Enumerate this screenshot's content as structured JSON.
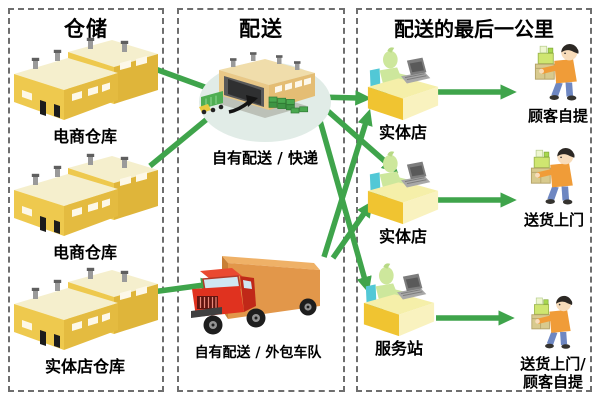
{
  "diagram": {
    "columns": {
      "warehousing": {
        "title": "仓储"
      },
      "delivery": {
        "title": "配送"
      },
      "last_mile": {
        "title": "配送的最后一公里"
      }
    },
    "nodes": {
      "wh1": {
        "label": "电商仓库",
        "icon": "warehouse-icon"
      },
      "wh2": {
        "label": "电商仓库",
        "icon": "warehouse-icon"
      },
      "wh3": {
        "label": "实体店仓库",
        "icon": "warehouse-icon"
      },
      "dc": {
        "label": "自有配送 / 快递",
        "icon": "distribution-center-icon"
      },
      "truck": {
        "label": "自有配送 / 外包车队",
        "icon": "delivery-truck-icon"
      },
      "store1": {
        "label": "实体店",
        "icon": "store-counter-icon"
      },
      "store2": {
        "label": "实体店",
        "icon": "store-counter-icon"
      },
      "station": {
        "label": "服务站",
        "icon": "store-counter-icon"
      },
      "cust1": {
        "label": "顾客自提",
        "icon": "customer-carrying-boxes-icon"
      },
      "cust2": {
        "label": "送货上门",
        "icon": "customer-carrying-boxes-icon"
      },
      "cust3": {
        "label": "送货上门/\n顾客自提",
        "icon": "customer-carrying-boxes-icon"
      }
    },
    "connections": [
      {
        "from": "wh1",
        "to": "dc"
      },
      {
        "from": "wh2",
        "to": "dc"
      },
      {
        "from": "wh3",
        "to": "truck"
      },
      {
        "from": "dc",
        "to": "store1"
      },
      {
        "from": "dc",
        "to": "store2"
      },
      {
        "from": "dc",
        "to": "station"
      },
      {
        "from": "truck",
        "to": "store1"
      },
      {
        "from": "truck",
        "to": "store2"
      },
      {
        "from": "store1",
        "to": "cust1"
      },
      {
        "from": "store2",
        "to": "cust2"
      },
      {
        "from": "station",
        "to": "cust3"
      }
    ],
    "colors": {
      "arrow_green": "#3fa44b",
      "border_gray": "#6e6e6e",
      "warehouse_yellow": "#eec94e",
      "truck_red": "#e0321f",
      "cargo_orange": "#e2974a",
      "desk_yellow": "#f0c431",
      "text": "#000000"
    }
  }
}
